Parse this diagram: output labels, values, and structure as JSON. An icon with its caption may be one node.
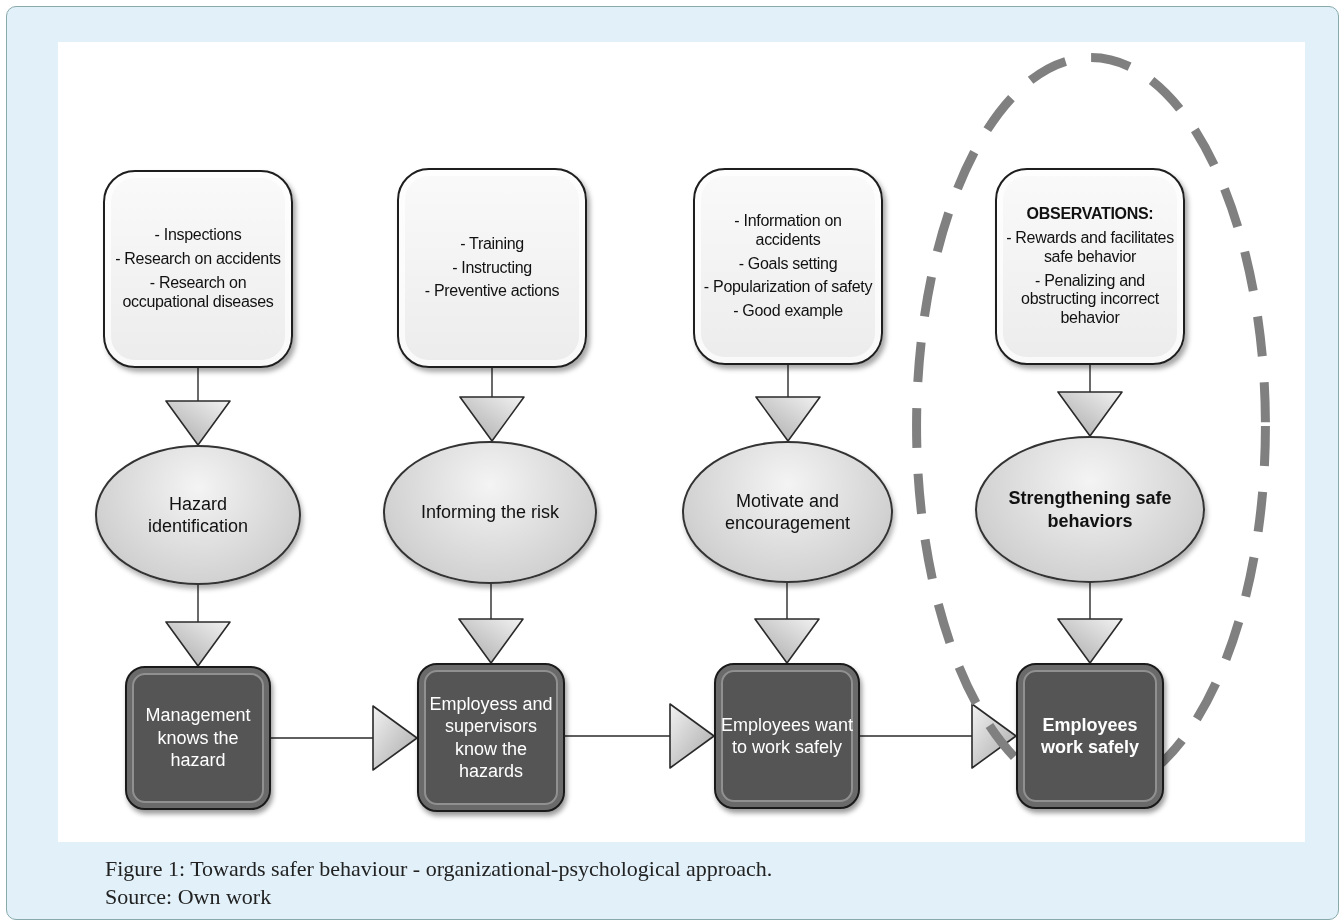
{
  "diagram": {
    "caption": "Figure 1: Towards safer behaviour - organizational-psychological approach.",
    "nodes": [
      {
        "text": [
          "- Inspections",
          "- Research on accidents",
          "- Research on occupational diseases"
        ]
      },
      {
        "text": [
          "Hazard identification"
        ]
      },
      {
        "text": [
          "Management knows the hazard"
        ]
      },
      {
        "text": [
          "- Training",
          "- Instructing",
          "- Preventive actions"
        ]
      },
      {
        "text": [
          "Informing the risk"
        ]
      },
      {
        "text": [
          "Employess and supervisors know the hazards"
        ]
      },
      {
        "text": [
          "- Information on accidents",
          "- Goals setting",
          "- Popularization of safety",
          "- Good example"
        ]
      },
      {
        "text": [
          "Motivate and encouragement"
        ]
      },
      {
        "text": [
          "Employees want to work safely"
        ]
      },
      {
        "text": [],
        "shape": "ellipse"
      },
      {
        "text": [
          "**OBSERVATIONS:**",
          "- Rewards and facilitates safe behavior",
          "- Penalizing and obstructing incorrect behavior"
        ],
        "in": 9
      },
      {
        "text": [
          "Strengthening safe behaviors"
        ],
        "in": 9
      },
      {
        "text": [
          "Employees work safely"
        ],
        "in": 9
      }
    ],
    "edges": [
      {
        "from": 0,
        "to": 1,
        "arrow": "to"
      },
      {
        "from": 1,
        "to": 2,
        "arrow": "to"
      },
      {
        "from": 3,
        "to": 4,
        "arrow": "to"
      },
      {
        "from": 4,
        "to": 5,
        "arrow": "to"
      },
      {
        "from": 6,
        "to": 7,
        "arrow": "to"
      },
      {
        "from": 7,
        "to": 8,
        "arrow": "to"
      },
      {
        "from": 10,
        "to": 11,
        "arrow": "to"
      },
      {
        "from": 11,
        "to": 12,
        "arrow": "to"
      },
      {
        "from": 2,
        "to": 5,
        "arrow": "to"
      },
      {
        "from": 5,
        "to": 8,
        "arrow": "to"
      },
      {
        "from": 8,
        "to": 12,
        "arrow": "to"
      }
    ],
    "labels": [
      "Source: Own work"
    ]
  }
}
